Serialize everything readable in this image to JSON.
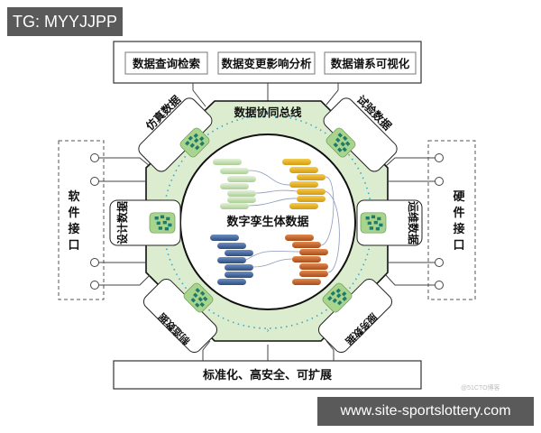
{
  "badges": {
    "top_left": "TG: MYYJJPP",
    "bottom_right": "www.site-sportslottery.com",
    "watermark": "@51CTO博客"
  },
  "top_panel": {
    "buttons": [
      {
        "label": "数据查询检索"
      },
      {
        "label": "数据变更影响分析"
      },
      {
        "label": "数据谱系可视化"
      }
    ]
  },
  "bus": {
    "label": "数据协同总线"
  },
  "center": {
    "label": "数字孪生体数据",
    "clusters": [
      {
        "name": "green-cluster",
        "color": "#b9d9a4"
      },
      {
        "name": "yellow-cluster",
        "color": "#e6b224"
      },
      {
        "name": "blue-cluster",
        "color": "#3b5f96"
      },
      {
        "name": "orange-cluster",
        "color": "#c4652a"
      }
    ]
  },
  "data_nodes": [
    {
      "position": "top-left",
      "label": "仿真数据"
    },
    {
      "position": "top-right",
      "label": "试验数据"
    },
    {
      "position": "left",
      "label": "设计数据"
    },
    {
      "position": "right",
      "label": "运维数据"
    },
    {
      "position": "bottom-left",
      "label": "制造数据"
    },
    {
      "position": "bottom-right",
      "label": "服务数据"
    }
  ],
  "interfaces": {
    "left": {
      "label": "软件接口",
      "chars": [
        "软",
        "件",
        "接",
        "口"
      ]
    },
    "right": {
      "label": "硬件接口",
      "chars": [
        "硬",
        "件",
        "接",
        "口"
      ]
    }
  },
  "bottom_panel": {
    "label": "标准化、高安全、可扩展"
  },
  "colors": {
    "ring_fill": "#dceccf",
    "ring_stroke": "#111111",
    "dots": "#3aa6c8",
    "db_icon": "#9fcf84",
    "db_block": "#1e7a6b"
  }
}
